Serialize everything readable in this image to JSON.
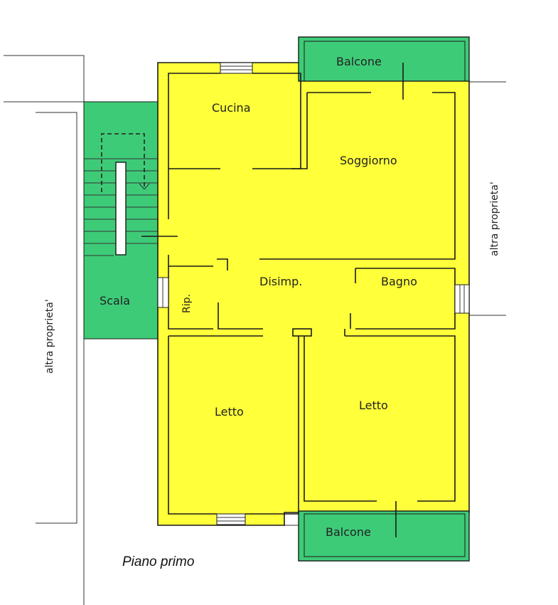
{
  "plan": {
    "caption": "Piano primo",
    "colors": {
      "apartment": "#ffff3a",
      "common": "#3ecb78",
      "wall": "#1a1a1a",
      "background": "#ffffff"
    },
    "rooms": {
      "balcone_top": "Balcone",
      "cucina": "Cucina",
      "soggiorno": "Soggiorno",
      "disimpegno": "Disimp.",
      "bagno": "Bagno",
      "ripostiglio": "Rip.",
      "scala": "Scala",
      "letto_left": "Letto",
      "letto_right": "Letto",
      "balcone_bottom": "Balcone"
    },
    "neighbors": {
      "left": "altra proprieta'",
      "right": "altra proprieta'"
    }
  }
}
